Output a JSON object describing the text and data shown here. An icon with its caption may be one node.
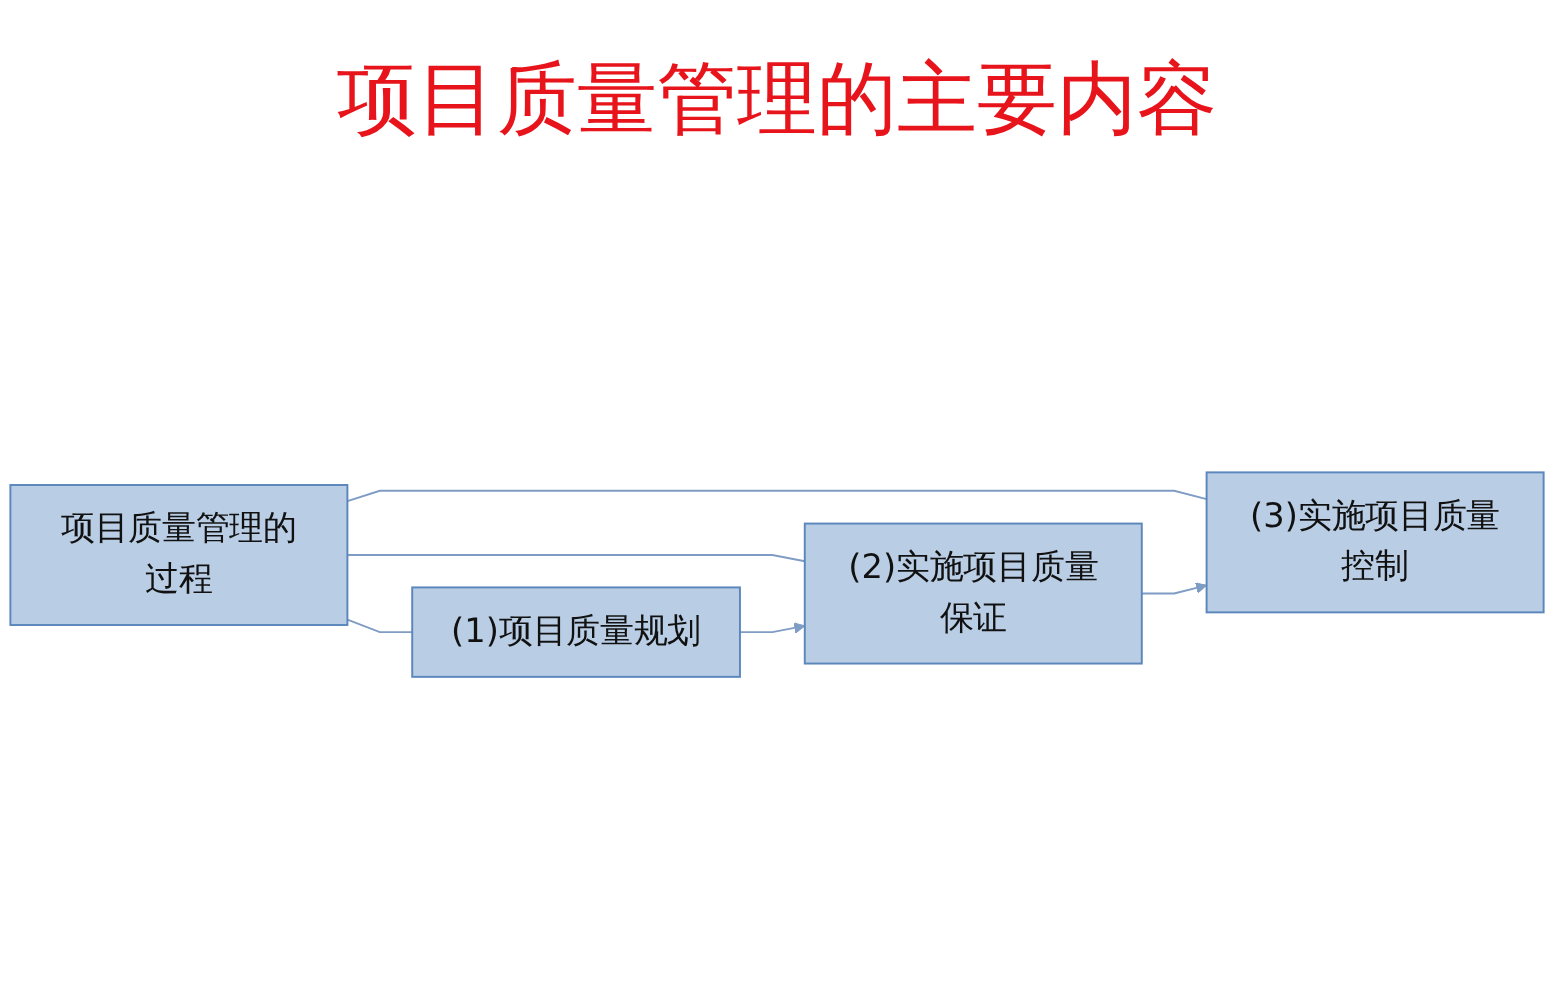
{
  "diagram": {
    "title": "项目质量管理的主要内容",
    "nodes": [
      {
        "text": [
          "项目质量管理的过程"
        ]
      },
      {
        "text": [
          "(1)项目质量规划"
        ]
      },
      {
        "text": [
          "(2)实施项目质量保证"
        ]
      },
      {
        "text": [
          "(3)实施项目质量控制"
        ]
      }
    ],
    "edges": [
      {
        "from": 0,
        "to": 1,
        "arrow": "none"
      },
      {
        "from": 0,
        "to": 2,
        "arrow": "none"
      },
      {
        "from": 0,
        "to": 3,
        "arrow": "none"
      },
      {
        "from": 1,
        "to": 2,
        "arrow": "to"
      },
      {
        "from": 2,
        "to": 3,
        "arrow": "to"
      }
    ]
  }
}
